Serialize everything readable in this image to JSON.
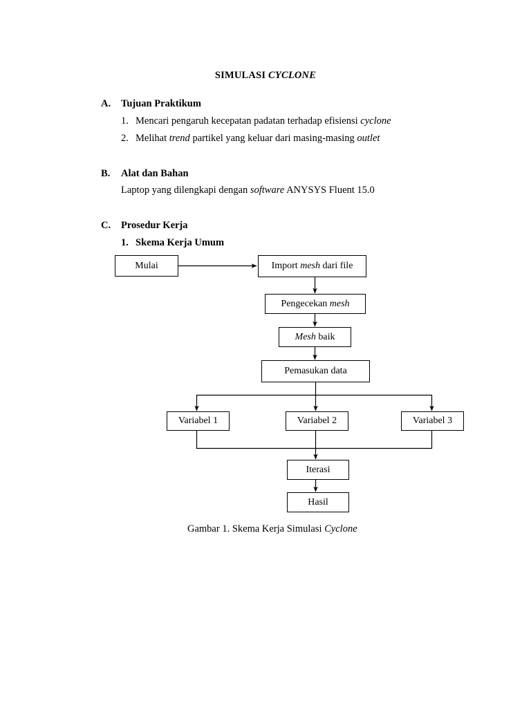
{
  "document": {
    "title_main": "SIMULASI ",
    "title_italic": "CYCLONE",
    "sections": [
      {
        "letter": "A.",
        "heading": "Tujuan Praktikum",
        "items": [
          {
            "num": "1.",
            "parts": [
              "Mencari pengaruh kecepatan padatan terhadap efisiensi ",
              "cyclone",
              ""
            ]
          },
          {
            "num": "2.",
            "parts": [
              "Melihat ",
              "trend",
              " partikel yang keluar dari masing-masing "
            ]
          }
        ],
        "item2_italic_tail": "outlet"
      },
      {
        "letter": "B.",
        "heading": "Alat dan Bahan",
        "body_pre": "Laptop yang dilengkapi dengan ",
        "body_italic": "software",
        "body_post": " ANYSYS Fluent 15.0"
      },
      {
        "letter": "C.",
        "heading": "Prosedur Kerja",
        "sub_num": "1.",
        "sub_heading": "Skema Kerja Umum"
      }
    ],
    "figure_caption_pre": "Gambar 1. Skema Kerja Simulasi ",
    "figure_caption_italic": "Cyclone"
  },
  "flowchart": {
    "nodes": {
      "mulai": {
        "label": "Mulai"
      },
      "import_mesh": {
        "pre": "Import ",
        "italic": "mesh",
        "post": " dari file"
      },
      "pengecekan": {
        "pre": "Pengecekan ",
        "italic": "mesh",
        "post": ""
      },
      "mesh_baik": {
        "pre": "",
        "italic": "Mesh",
        "post": " baik"
      },
      "pemasukan": {
        "label": "Pemasukan data"
      },
      "variabel1": {
        "label": "Variabel 1"
      },
      "variabel2": {
        "label": "Variabel 2"
      },
      "variabel3": {
        "label": "Variabel 3"
      },
      "iterasi": {
        "label": "Iterasi"
      },
      "hasil": {
        "label": "Hasil"
      }
    },
    "colors": {
      "stroke": "#000000",
      "fill": "#ffffff",
      "text": "#000000"
    }
  }
}
